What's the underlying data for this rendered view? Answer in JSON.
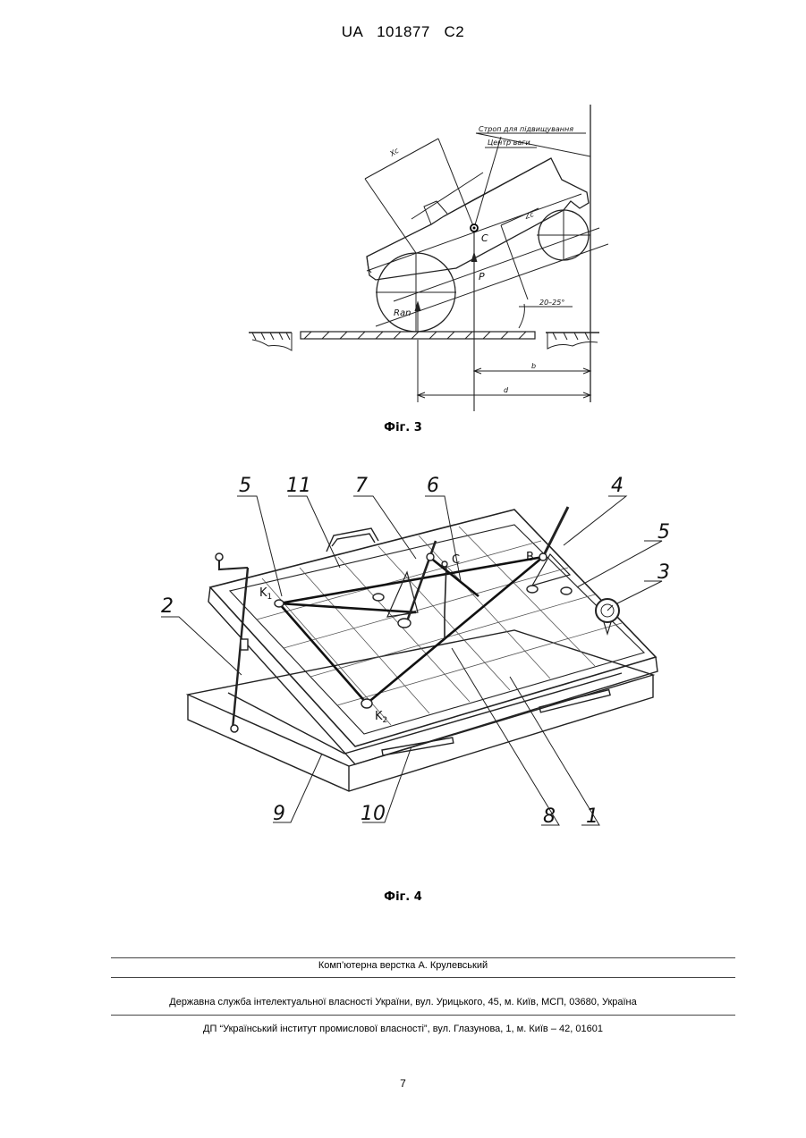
{
  "header": {
    "patent_id": "UA   101877   C2"
  },
  "figure3": {
    "caption": "Фіг. 3",
    "labels": {
      "strop": "Строп для підвищування",
      "center": "Центр ваги",
      "xc": "Xc",
      "zc": "Zc",
      "c": "C",
      "p": "P",
      "ran": "Ran",
      "angle": "20–25°",
      "b": "b",
      "d": "d"
    }
  },
  "figure4": {
    "caption": "Фіг. 4",
    "callouts": {
      "n1": "1",
      "n2": "2",
      "n3": "3",
      "n4": "4",
      "n5a": "5",
      "n5b": "5",
      "n6": "6",
      "n7": "7",
      "n8": "8",
      "n9": "9",
      "n10": "10",
      "n11": "11"
    },
    "points": {
      "k1": "K",
      "k1_sub": "1",
      "k2": "K",
      "k2_sub": "2",
      "b": "B",
      "c": "C"
    }
  },
  "footer": {
    "line1": "Комп’ютерна верстка А. Крулевський",
    "line2": "Державна служба інтелектуальної власності України, вул. Урицького, 45, м. Київ, МСП, 03680, Україна",
    "line3": "ДП “Український інститут промислової власності”, вул. Глазунова, 1, м. Київ – 42, 01601"
  },
  "page_number": "7"
}
